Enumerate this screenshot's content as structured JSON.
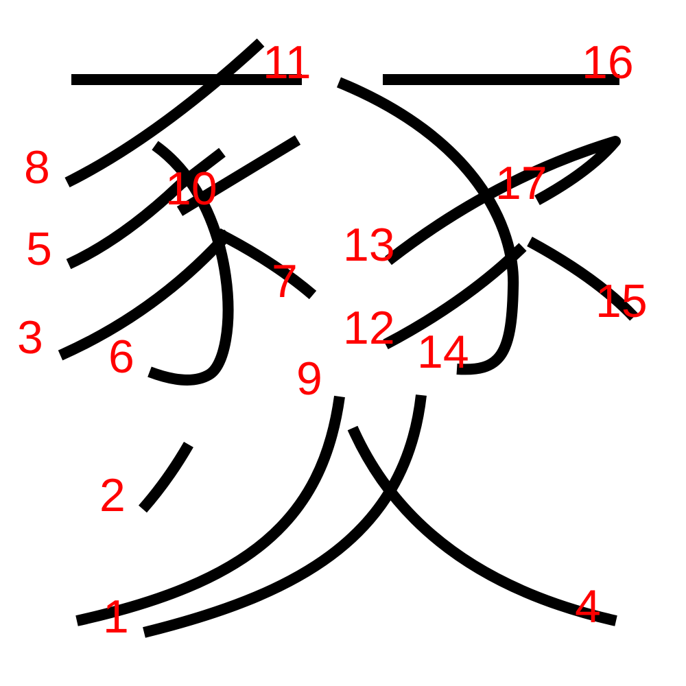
{
  "colors": {
    "stroke": "#000000",
    "number": "#ff0000",
    "background": "#ffffff"
  },
  "stroke_numbers": [
    "1",
    "2",
    "3",
    "4",
    "5",
    "6",
    "7",
    "8",
    "9",
    "10",
    "11",
    "12",
    "13",
    "14",
    "15",
    "16",
    "17"
  ]
}
